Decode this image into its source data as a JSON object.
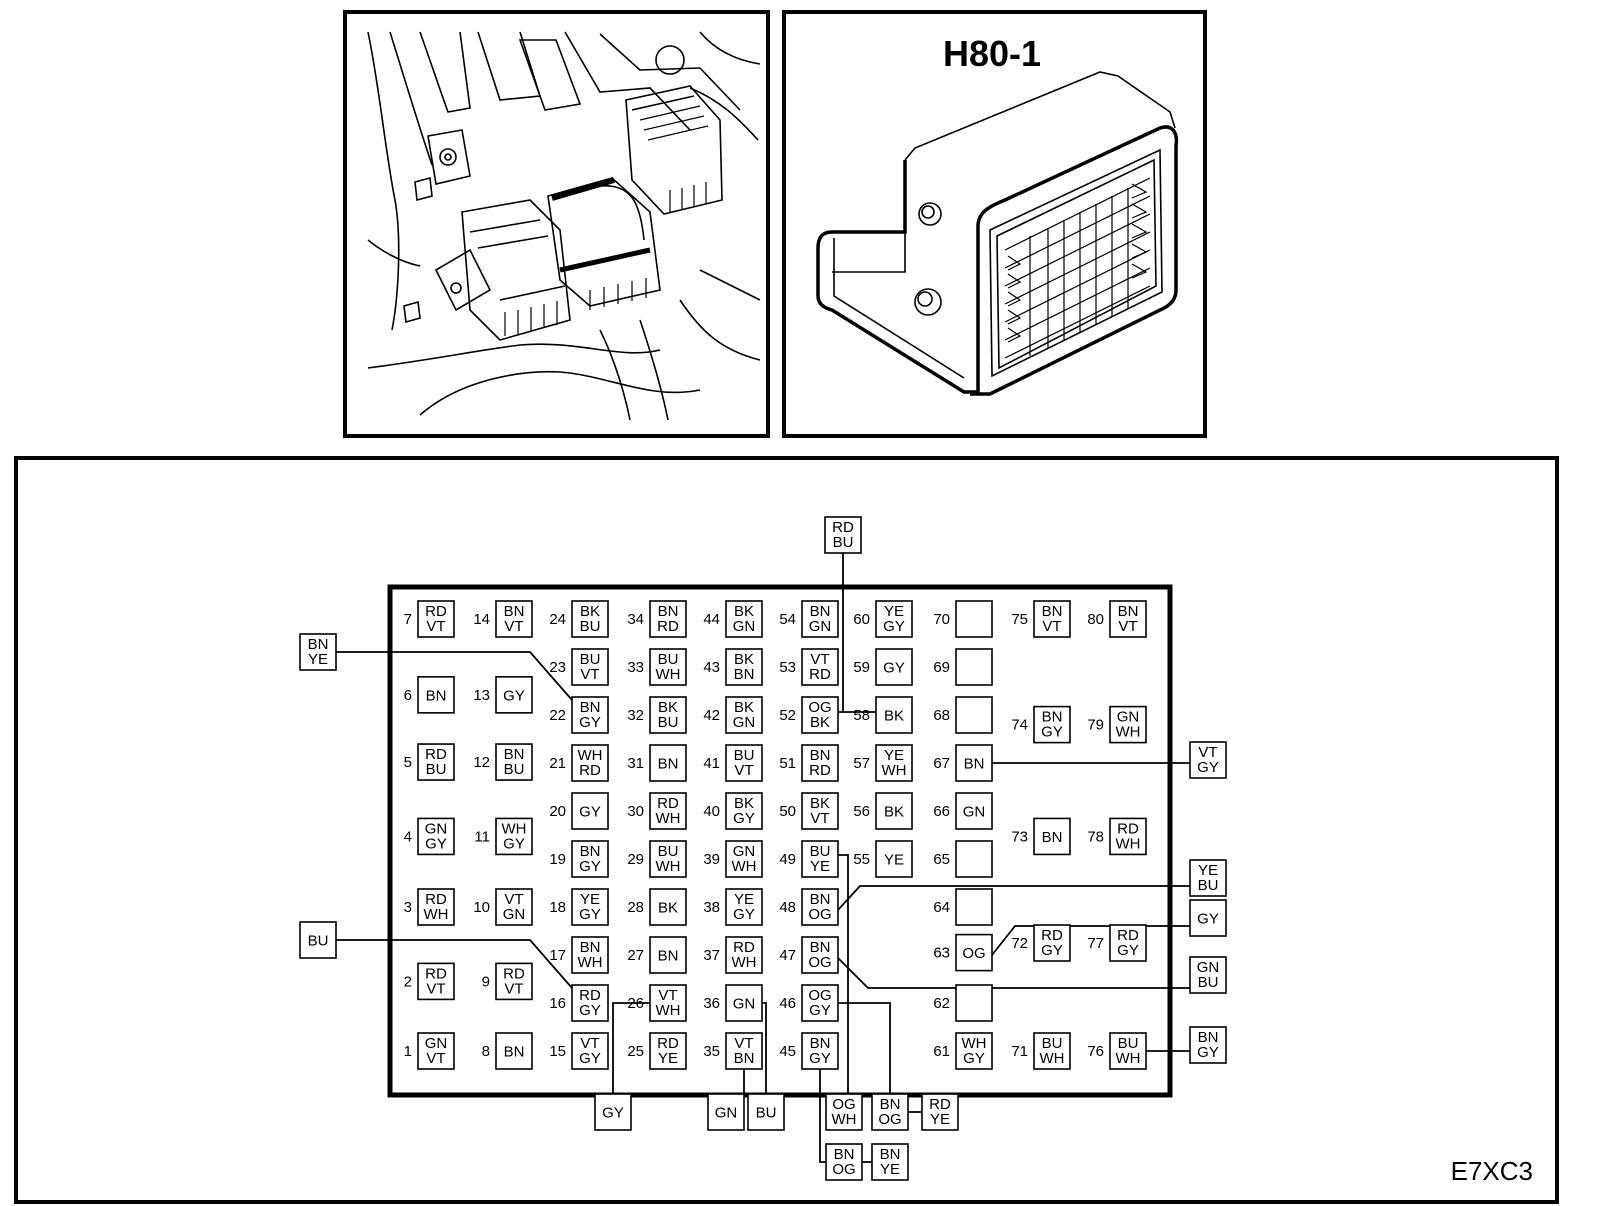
{
  "connector_title": "H80-1",
  "figure_code": "E7XC3",
  "pins": [
    {
      "n": "7",
      "c": [
        "RD",
        "VT"
      ]
    },
    {
      "n": "14",
      "c": [
        "BN",
        "VT"
      ]
    },
    {
      "n": "24",
      "c": [
        "BK",
        "BU"
      ]
    },
    {
      "n": "34",
      "c": [
        "BN",
        "RD"
      ]
    },
    {
      "n": "44",
      "c": [
        "BK",
        "GN"
      ]
    },
    {
      "n": "54",
      "c": [
        "BN",
        "GN"
      ]
    },
    {
      "n": "60",
      "c": [
        "YE",
        "GY"
      ]
    },
    {
      "n": "70",
      "c": []
    },
    {
      "n": "75",
      "c": [
        "BN",
        "VT"
      ]
    },
    {
      "n": "80",
      "c": [
        "BN",
        "VT"
      ]
    },
    {
      "n": "23",
      "c": [
        "BU",
        "VT"
      ]
    },
    {
      "n": "33",
      "c": [
        "BU",
        "WH"
      ]
    },
    {
      "n": "43",
      "c": [
        "BK",
        "BN"
      ]
    },
    {
      "n": "53",
      "c": [
        "VT",
        "RD"
      ]
    },
    {
      "n": "59",
      "c": [
        "GY"
      ]
    },
    {
      "n": "69",
      "c": []
    },
    {
      "n": "6",
      "c": [
        "BN"
      ]
    },
    {
      "n": "13",
      "c": [
        "GY"
      ]
    },
    {
      "n": "22",
      "c": [
        "BN",
        "GY"
      ]
    },
    {
      "n": "32",
      "c": [
        "BK",
        "BU"
      ]
    },
    {
      "n": "42",
      "c": [
        "BK",
        "GN"
      ]
    },
    {
      "n": "52",
      "c": [
        "OG",
        "BK"
      ]
    },
    {
      "n": "58",
      "c": [
        "BK"
      ]
    },
    {
      "n": "68",
      "c": []
    },
    {
      "n": "74",
      "c": [
        "BN",
        "GY"
      ]
    },
    {
      "n": "79",
      "c": [
        "GN",
        "WH"
      ]
    },
    {
      "n": "5",
      "c": [
        "RD",
        "BU"
      ]
    },
    {
      "n": "12",
      "c": [
        "BN",
        "BU"
      ]
    },
    {
      "n": "21",
      "c": [
        "WH",
        "RD"
      ]
    },
    {
      "n": "31",
      "c": [
        "BN"
      ]
    },
    {
      "n": "41",
      "c": [
        "BU",
        "VT"
      ]
    },
    {
      "n": "51",
      "c": [
        "BN",
        "RD"
      ]
    },
    {
      "n": "57",
      "c": [
        "YE",
        "WH"
      ]
    },
    {
      "n": "67",
      "c": [
        "BN"
      ]
    },
    {
      "n": "20",
      "c": [
        "GY"
      ]
    },
    {
      "n": "30",
      "c": [
        "RD",
        "WH"
      ]
    },
    {
      "n": "40",
      "c": [
        "BK",
        "GY"
      ]
    },
    {
      "n": "50",
      "c": [
        "BK",
        "VT"
      ]
    },
    {
      "n": "56",
      "c": [
        "BK"
      ]
    },
    {
      "n": "66",
      "c": [
        "GN"
      ]
    },
    {
      "n": "4",
      "c": [
        "GN",
        "GY"
      ]
    },
    {
      "n": "11",
      "c": [
        "WH",
        "GY"
      ]
    },
    {
      "n": "73",
      "c": [
        "BN"
      ]
    },
    {
      "n": "78",
      "c": [
        "RD",
        "WH"
      ]
    },
    {
      "n": "19",
      "c": [
        "BN",
        "GY"
      ]
    },
    {
      "n": "29",
      "c": [
        "BU",
        "WH"
      ]
    },
    {
      "n": "39",
      "c": [
        "GN",
        "WH"
      ]
    },
    {
      "n": "49",
      "c": [
        "BU",
        "YE"
      ]
    },
    {
      "n": "55",
      "c": [
        "YE"
      ]
    },
    {
      "n": "65",
      "c": []
    },
    {
      "n": "3",
      "c": [
        "RD",
        "WH"
      ]
    },
    {
      "n": "10",
      "c": [
        "VT",
        "GN"
      ]
    },
    {
      "n": "18",
      "c": [
        "YE",
        "GY"
      ]
    },
    {
      "n": "28",
      "c": [
        "BK"
      ]
    },
    {
      "n": "38",
      "c": [
        "YE",
        "GY"
      ]
    },
    {
      "n": "48",
      "c": [
        "BN",
        "OG"
      ]
    },
    {
      "n": "64",
      "c": []
    },
    {
      "n": "63",
      "c": [
        "OG"
      ]
    },
    {
      "n": "72",
      "c": [
        "RD",
        "GY"
      ]
    },
    {
      "n": "77",
      "c": [
        "RD",
        "GY"
      ]
    },
    {
      "n": "17",
      "c": [
        "BN",
        "WH"
      ]
    },
    {
      "n": "27",
      "c": [
        "BN"
      ]
    },
    {
      "n": "37",
      "c": [
        "RD",
        "WH"
      ]
    },
    {
      "n": "47",
      "c": [
        "BN",
        "OG"
      ]
    },
    {
      "n": "2",
      "c": [
        "RD",
        "VT"
      ]
    },
    {
      "n": "9",
      "c": [
        "RD",
        "VT"
      ]
    },
    {
      "n": "16",
      "c": [
        "RD",
        "GY"
      ]
    },
    {
      "n": "26",
      "c": [
        "VT",
        "WH"
      ]
    },
    {
      "n": "36",
      "c": [
        "GN"
      ]
    },
    {
      "n": "46",
      "c": [
        "OG",
        "GY"
      ]
    },
    {
      "n": "62",
      "c": []
    },
    {
      "n": "1",
      "c": [
        "GN",
        "VT"
      ]
    },
    {
      "n": "8",
      "c": [
        "BN"
      ]
    },
    {
      "n": "15",
      "c": [
        "VT",
        "GY"
      ]
    },
    {
      "n": "25",
      "c": [
        "RD",
        "YE"
      ]
    },
    {
      "n": "35",
      "c": [
        "VT",
        "BN"
      ]
    },
    {
      "n": "45",
      "c": [
        "BN",
        "GY"
      ]
    },
    {
      "n": "61",
      "c": [
        "WH",
        "GY"
      ]
    },
    {
      "n": "71",
      "c": [
        "BU",
        "WH"
      ]
    },
    {
      "n": "76",
      "c": [
        "BU",
        "WH"
      ]
    }
  ],
  "external_wires": [
    {
      "c": [
        "RD",
        "BU"
      ]
    },
    {
      "c": [
        "BN",
        "YE"
      ]
    },
    {
      "c": [
        "VT",
        "GY"
      ]
    },
    {
      "c": [
        "YE",
        "BU"
      ]
    },
    {
      "c": [
        "GY"
      ]
    },
    {
      "c": [
        "GN",
        "BU"
      ]
    },
    {
      "c": [
        "BU"
      ]
    },
    {
      "c": [
        "BN",
        "GY"
      ]
    },
    {
      "c": [
        "GY"
      ]
    },
    {
      "c": [
        "GN"
      ]
    },
    {
      "c": [
        "BU"
      ]
    },
    {
      "c": [
        "OG",
        "WH"
      ]
    },
    {
      "c": [
        "BN",
        "OG"
      ]
    },
    {
      "c": [
        "RD",
        "YE"
      ]
    },
    {
      "c": [
        "BN",
        "OG"
      ]
    },
    {
      "c": [
        "BN",
        "YE"
      ]
    }
  ]
}
